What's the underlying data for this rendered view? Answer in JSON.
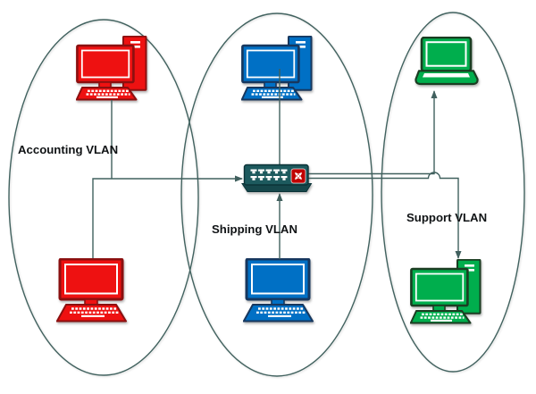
{
  "diagram": {
    "type": "network-vlan-diagram",
    "background_color": "#FFFFFF",
    "connector_color": "#40605E",
    "boundary_color": "#41625F",
    "vlans": [
      {
        "label": "Accounting VLAN",
        "color": "#EE1111",
        "devices": [
          {
            "icon": "desktop-computer-with-tower-icon",
            "position": "top"
          },
          {
            "icon": "desktop-computer-icon",
            "position": "bottom"
          }
        ]
      },
      {
        "label": "Shipping VLAN",
        "color": "#0070C5",
        "devices": [
          {
            "icon": "desktop-computer-with-tower-icon",
            "position": "top"
          },
          {
            "icon": "desktop-computer-icon",
            "position": "bottom"
          }
        ]
      },
      {
        "label": "Support VLAN",
        "color": "#00AE4D",
        "devices": [
          {
            "icon": "laptop-icon",
            "position": "top"
          },
          {
            "icon": "desktop-computer-with-tower-icon",
            "position": "bottom"
          }
        ]
      }
    ],
    "switch": {
      "icon": "ethernet-switch-icon",
      "body_color": "#1D5A5E",
      "badge_color": "#C00000",
      "port_count": 10
    }
  }
}
